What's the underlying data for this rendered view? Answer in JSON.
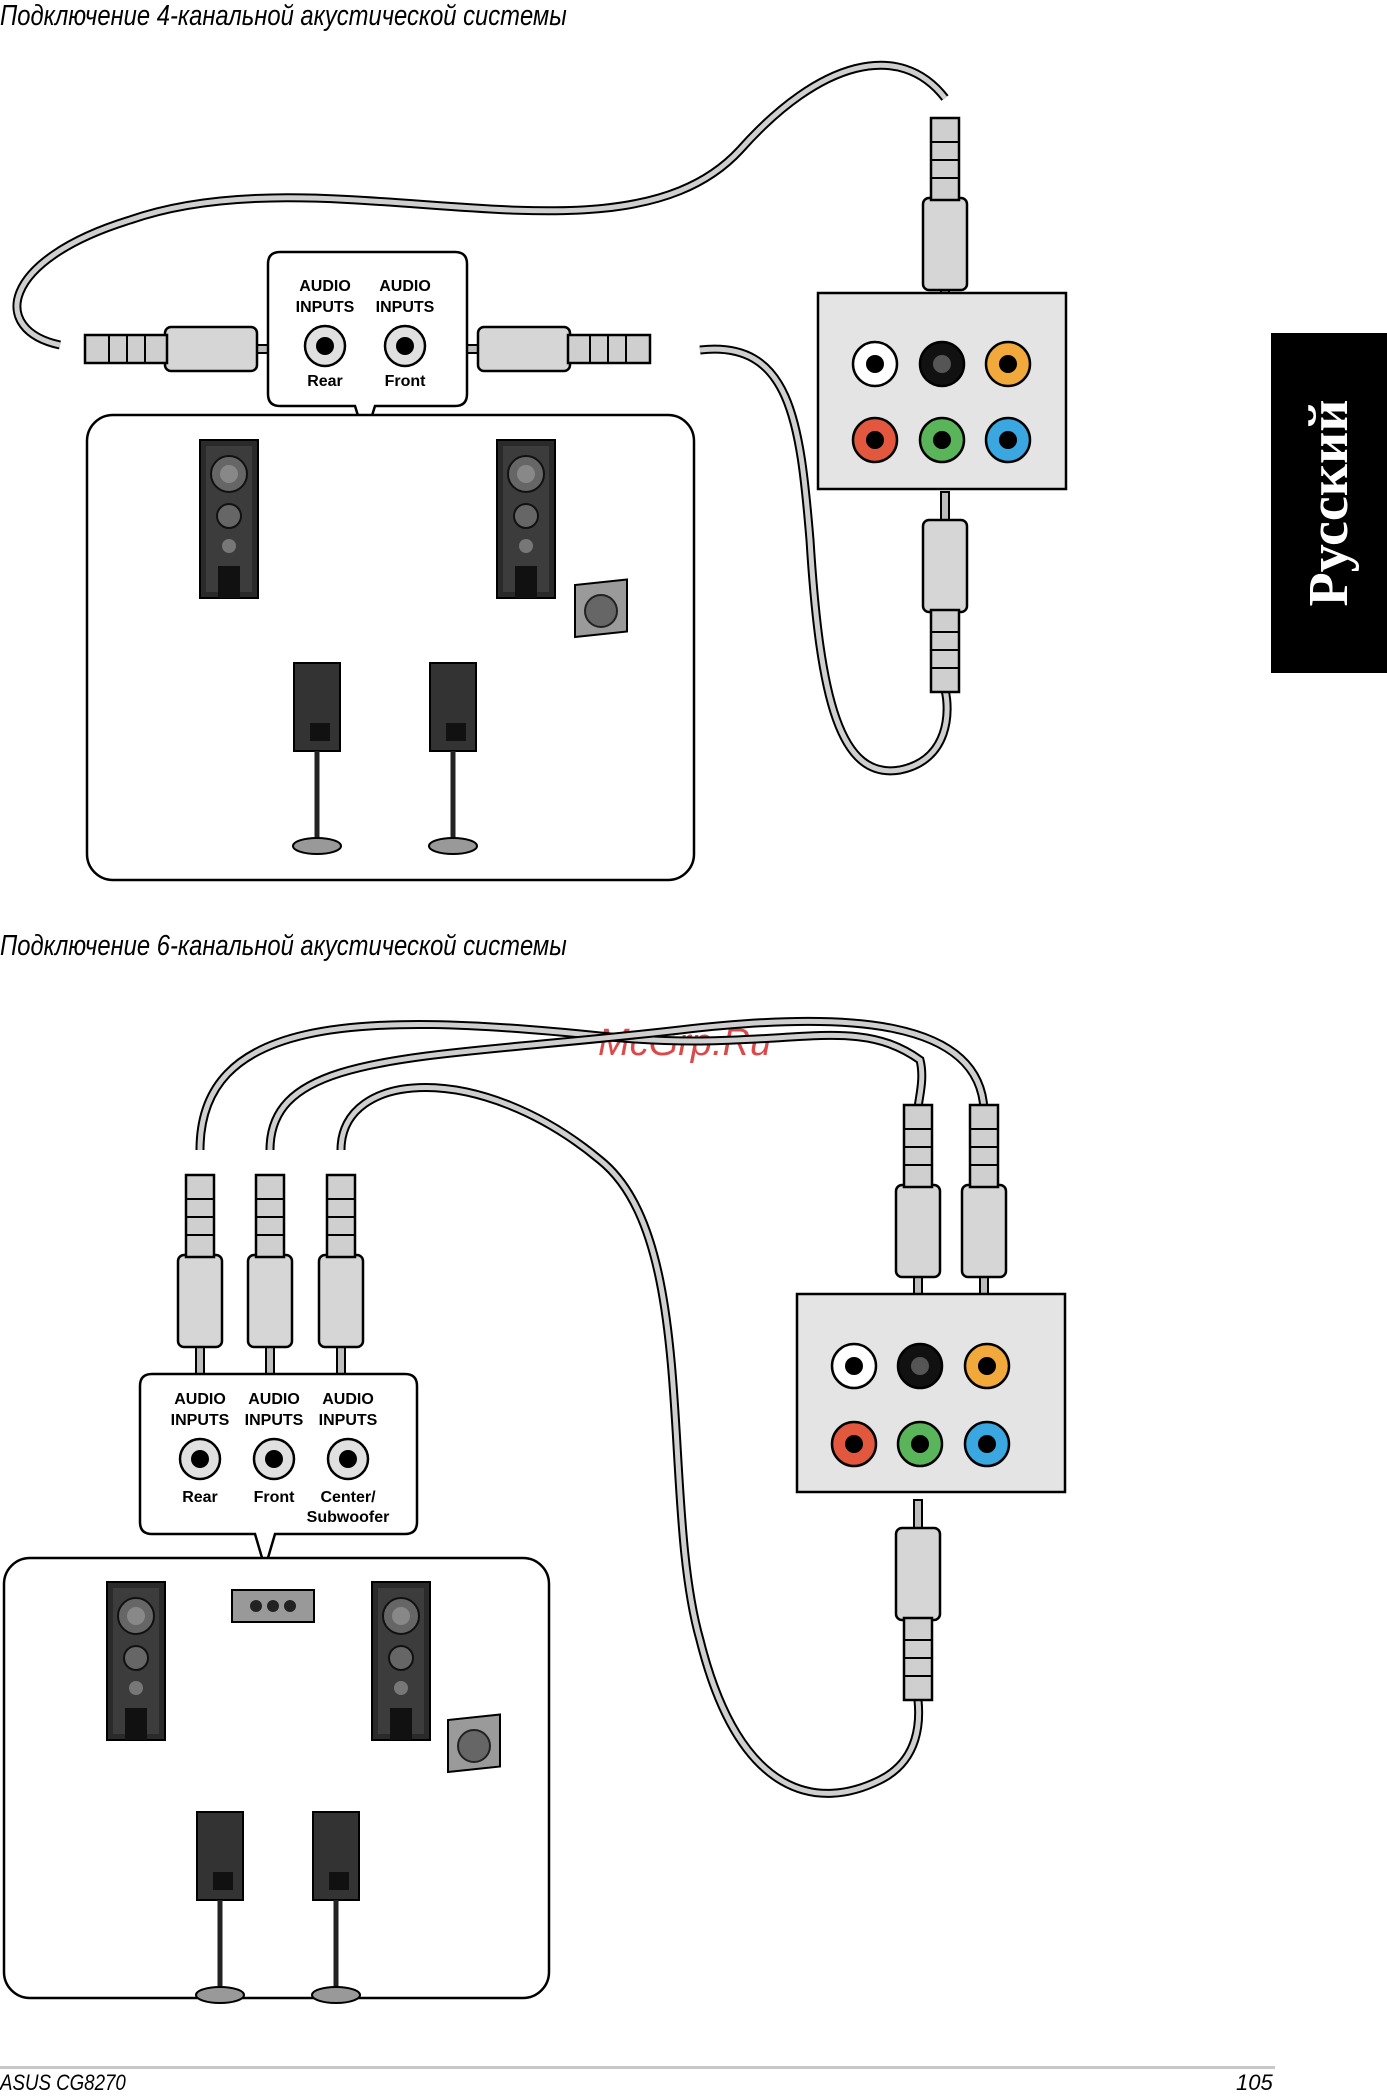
{
  "headings": {
    "four_channel": "Подключение 4-канальной акустической системы",
    "six_channel": "Подключение 6-канальной акустической системы"
  },
  "side_tab": "Русский",
  "watermark": "McGrp.Ru",
  "diagram1": {
    "inputs": [
      {
        "top": "AUDIO",
        "mid": "INPUTS",
        "bottom": "Rear"
      },
      {
        "top": "AUDIO",
        "mid": "INPUTS",
        "bottom": "Front"
      }
    ]
  },
  "diagram2": {
    "inputs": [
      {
        "top": "AUDIO",
        "mid": "INPUTS",
        "bottom": "Rear",
        "bottom2": ""
      },
      {
        "top": "AUDIO",
        "mid": "INPUTS",
        "bottom": "Front",
        "bottom2": ""
      },
      {
        "top": "AUDIO",
        "mid": "INPUTS",
        "bottom": "Center/",
        "bottom2": "Subwoofer"
      }
    ]
  },
  "colors": {
    "jack_white": "#ffffff",
    "jack_black": "#111111",
    "jack_orange": "#f2a93b",
    "jack_red": "#e2583e",
    "jack_green": "#5ab55a",
    "jack_blue": "#3aa7e0",
    "panel": "#e4e4e4"
  },
  "footer": {
    "model": "ASUS CG8270",
    "page": "105"
  }
}
